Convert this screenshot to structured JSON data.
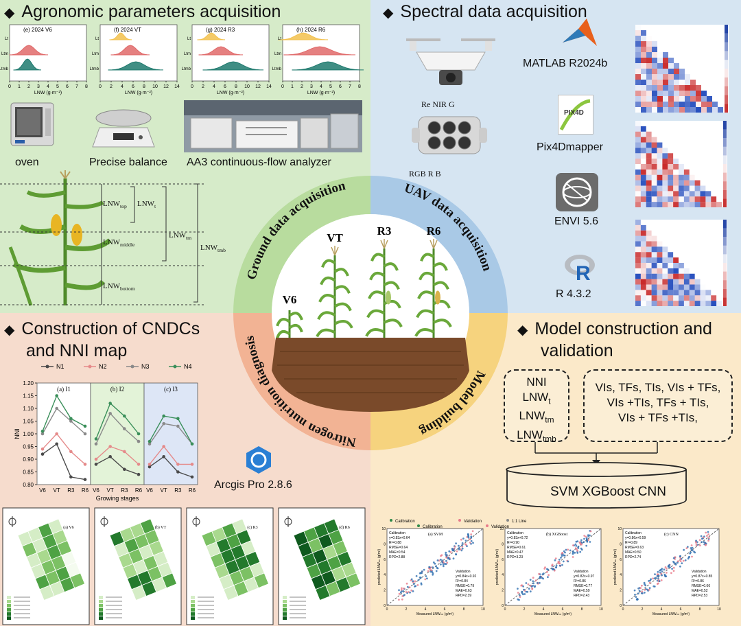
{
  "center": {
    "arc_ground": "Ground data acquisition",
    "arc_uav": "UAV data acquisition",
    "arc_model": "Model building",
    "arc_nitrogen": "Nitrogen nutrition diagnosis",
    "stages": [
      "V6",
      "VT",
      "R3",
      "R6"
    ]
  },
  "agronomic": {
    "title": "Agronomic parameters acquisition",
    "panels": [
      {
        "label": "(e) 2024  V6",
        "ticks": [
          "0",
          "1",
          "2",
          "3",
          "4",
          "5",
          "6",
          "7",
          "8"
        ]
      },
      {
        "label": "(f) 2024  VT",
        "ticks": [
          "0",
          "2",
          "4",
          "6",
          "8",
          "10",
          "12",
          "14"
        ]
      },
      {
        "label": "(g) 2024  R3",
        "ticks": [
          "0",
          "2",
          "4",
          "6",
          "8",
          "10",
          "12",
          "14"
        ]
      },
      {
        "label": "(h) 2024  R6",
        "ticks": [
          "0",
          "1",
          "2",
          "3",
          "4",
          "5",
          "6",
          "7",
          "8"
        ]
      }
    ],
    "ylabels": [
      "Lt",
      "Ltm",
      "Ltmb"
    ],
    "xlabel": "LNW (g·m⁻²)",
    "equip": [
      "oven",
      "Precise balance",
      "AA3 continuous-flow analyzer"
    ],
    "lnw_top": "LNW",
    "lnw_top_sub": "top",
    "lnw_middle": "LNW",
    "lnw_middle_sub": "middle",
    "lnw_bottom": "LNW",
    "lnw_bottom_sub": "bottom",
    "lnw_t": "LNW",
    "lnw_t_sub": "t",
    "lnw_tm": "LNW",
    "lnw_tm_sub": "tm",
    "lnw_tmb": "LNW",
    "lnw_tmb_sub": "tmb"
  },
  "spectral": {
    "title": "Spectral data acquisition",
    "drone_caption": "Re  NIR  G",
    "camera_caption": "RGB  R    B",
    "software": [
      "MATLAB R2024b",
      "Pix4Dmapper",
      "ENVI 5.6",
      "R 4.3.2"
    ],
    "pix4d_logo_text": "PIX4D"
  },
  "cndc": {
    "title_line1": "Construction of CNDCs",
    "title_line2": "and NNI map",
    "legend": [
      "N1",
      "N2",
      "N3",
      "N4"
    ],
    "legend_colors": [
      "#4a4a4a",
      "#e58a8a",
      "#8a8a8a",
      "#3a8f5a"
    ],
    "panel_labels": [
      "(a) I1",
      "(b) I2",
      "(c) I3"
    ],
    "panel_bg": [
      "#ffffff",
      "#e3f3d8",
      "#dde6f6"
    ],
    "ylabel": "NNI",
    "xlabel": "Growing stages",
    "yticks": [
      "0.80",
      "0.85",
      "0.90",
      "0.95",
      "1.00",
      "1.05",
      "1.10",
      "1.15",
      "1.20"
    ],
    "xticks": [
      "V6",
      "VT",
      "R3",
      "R6"
    ],
    "arcgis": "Arcgis Pro 2.8.6",
    "map_labels": [
      "(a) V6",
      "(b) VT",
      "(c) R3",
      "(d) R6"
    ]
  },
  "model": {
    "title_line1": "Model construction and",
    "title_line2": "validation",
    "targets": [
      "NNI",
      "LNW",
      "LNW",
      "LNW"
    ],
    "target_subs": [
      "",
      "t",
      "tm",
      "tmb"
    ],
    "features": [
      "VIs, TFs, TIs, VIs + TFs,",
      "VIs +TIs, TFs + TIs,",
      "VIs + TFs +TIs,"
    ],
    "models": "SVM  XGBoost  CNN",
    "legend": [
      "Calibration",
      "Validation",
      "1:1 Line",
      "Calibration",
      "Validation"
    ],
    "panel_labels": [
      "(a) SVM",
      "(b) XGBoost",
      "(c) CNN"
    ],
    "ylabel": "predicted LNWₜₘ (g/m²)",
    "xlabel": "Measured LNWₜₘ (g/m²)",
    "ticks": [
      "0",
      "2",
      "4",
      "6",
      "8",
      "10"
    ],
    "stats_cal": [
      [
        "Calibration",
        "y=0.83x+0.64",
        "R²=0.88",
        "RMSE=0.64",
        "MAE=0.54",
        "RPD=2.88"
      ],
      [
        "Calibration",
        "y=0.83x+0.72",
        "R²=0.90",
        "RMSE=0.61",
        "MAE=0.47",
        "RPD=3.23"
      ],
      [
        "Calibration",
        "y=0.86x+0.59",
        "R²=0.89",
        "RMSE=0.63",
        "MAE=0.50",
        "RPD=2.74"
      ]
    ],
    "stats_val": [
      [
        "Validation",
        "y=0.84x+0.92",
        "R²=0.84",
        "RMSE=0.79",
        "MAE=0.63",
        "RPD=2.39"
      ],
      [
        "Validation",
        "y=0.82x+0.97",
        "R²=0.86",
        "RMSE=0.77",
        "MAE=0.59",
        "RPD=2.43"
      ],
      [
        "Validation",
        "y=0.87x+0.85",
        "R²=0.86",
        "RMSE=0.66",
        "MAE=0.52",
        "RPD=2.53"
      ]
    ]
  },
  "chart_data": {
    "type": "line",
    "title": "",
    "xlabel": "Growing stages",
    "ylabel": "NNI",
    "categories": [
      "V6",
      "VT",
      "R3",
      "R6"
    ],
    "ylim": [
      0.8,
      1.2
    ],
    "legend_position": "top",
    "panels": [
      {
        "name": "(a) I1",
        "series": [
          {
            "name": "N1",
            "values": [
              0.92,
              0.96,
              0.83,
              0.82
            ]
          },
          {
            "name": "N2",
            "values": [
              0.94,
              1.0,
              0.93,
              0.88
            ]
          },
          {
            "name": "N3",
            "values": [
              1.0,
              1.1,
              1.05,
              1.0
            ]
          },
          {
            "name": "N4",
            "values": [
              1.01,
              1.15,
              1.06,
              1.03
            ]
          }
        ]
      },
      {
        "name": "(b) I2",
        "series": [
          {
            "name": "N1",
            "values": [
              0.88,
              0.91,
              0.86,
              0.84
            ]
          },
          {
            "name": "N2",
            "values": [
              0.9,
              0.95,
              0.93,
              0.88
            ]
          },
          {
            "name": "N3",
            "values": [
              0.96,
              1.08,
              1.02,
              0.97
            ]
          },
          {
            "name": "N4",
            "values": [
              0.98,
              1.12,
              1.07,
              1.0
            ]
          }
        ]
      },
      {
        "name": "(c) I3",
        "series": [
          {
            "name": "N1",
            "values": [
              0.87,
              0.91,
              0.85,
              0.83
            ]
          },
          {
            "name": "N2",
            "values": [
              0.88,
              0.95,
              0.88,
              0.88
            ]
          },
          {
            "name": "N3",
            "values": [
              0.96,
              1.04,
              1.03,
              0.96
            ]
          },
          {
            "name": "N4",
            "values": [
              0.97,
              1.07,
              1.06,
              0.96
            ]
          }
        ]
      }
    ]
  }
}
